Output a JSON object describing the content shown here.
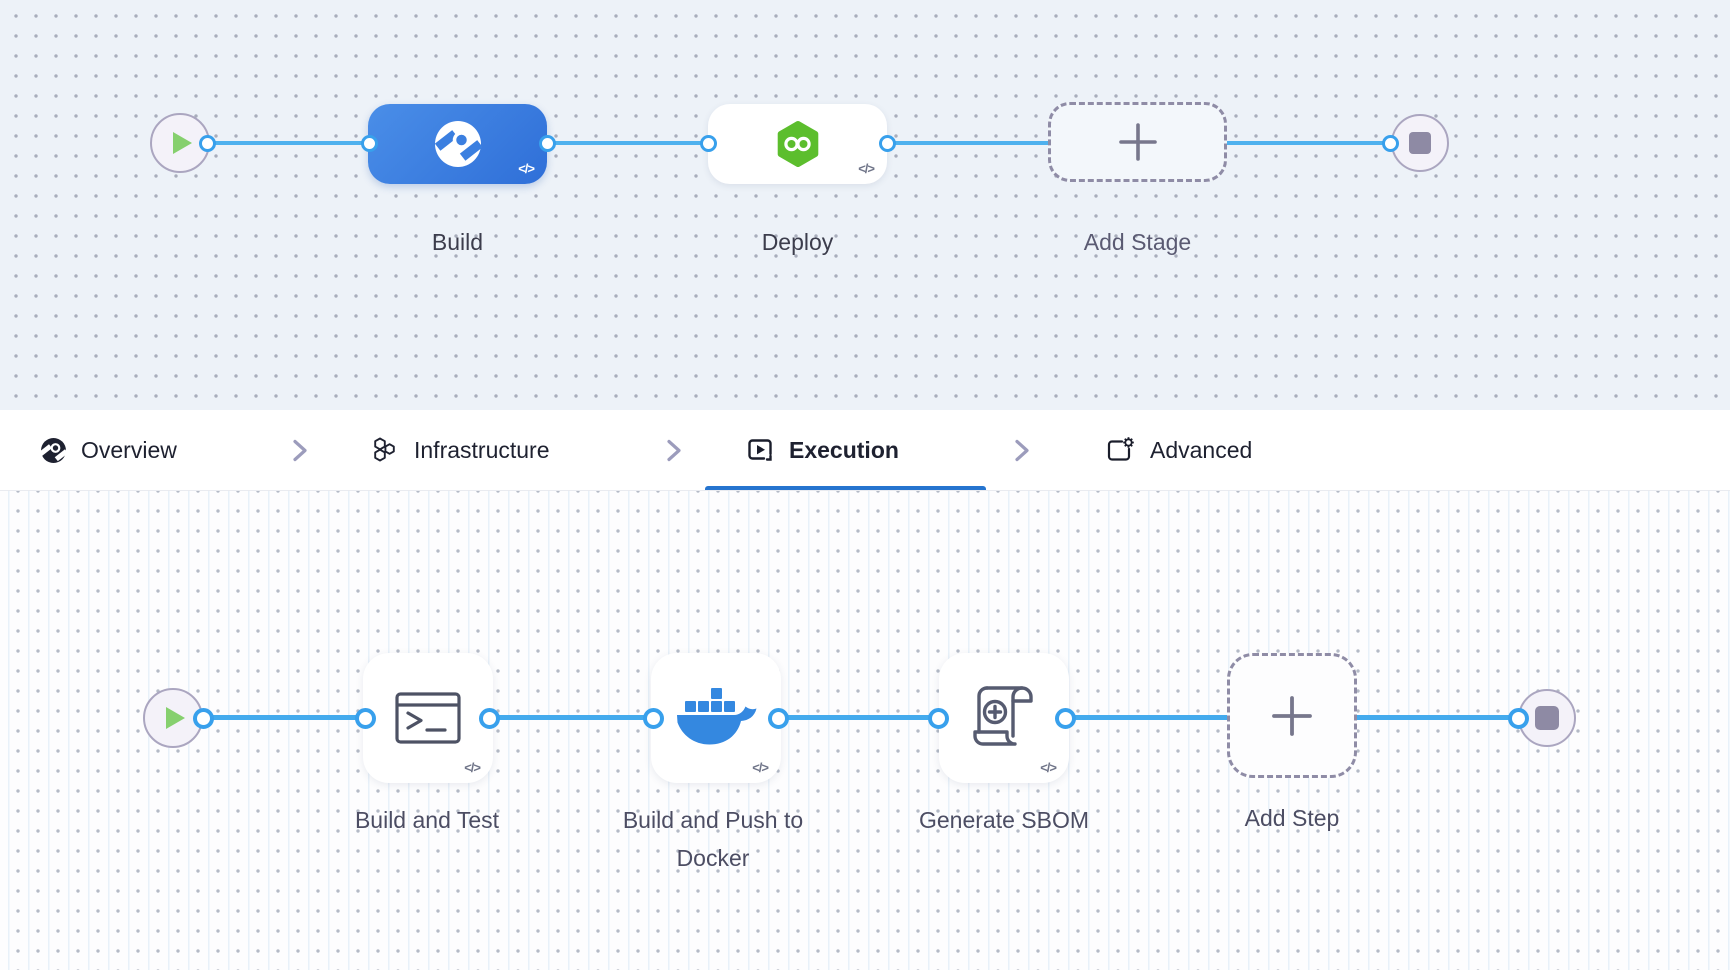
{
  "stage_graph": {
    "stages": [
      {
        "label": "Build",
        "icon": "harness-ci-icon"
      },
      {
        "label": "Deploy",
        "icon": "harness-cd-icon"
      },
      {
        "label": "Add Stage",
        "icon": "plus-icon"
      }
    ]
  },
  "tabs": {
    "items": [
      {
        "label": "Overview",
        "icon": "overview-icon",
        "active": false
      },
      {
        "label": "Infrastructure",
        "icon": "infrastructure-icon",
        "active": false
      },
      {
        "label": "Execution",
        "icon": "execution-icon",
        "active": true
      },
      {
        "label": "Advanced",
        "icon": "advanced-icon",
        "active": false
      }
    ]
  },
  "execution_graph": {
    "steps": [
      {
        "label": "Build and Test",
        "icon": "terminal-icon"
      },
      {
        "label": "Build and Push to Docker",
        "icon": "docker-icon"
      },
      {
        "label": "Generate SBOM",
        "icon": "scroll-plus-icon"
      },
      {
        "label": "Add Step",
        "icon": "plus-icon"
      }
    ]
  },
  "icons": {
    "code_badge": "</>",
    "infinity": "∞"
  },
  "colors": {
    "accent_blue": "#2574cf",
    "edge_blue": "#43aaed",
    "stage_blue": "#3b7fe0",
    "harness_green": "#5cbe2d",
    "play_green": "#86d06e",
    "docker_blue": "#3488e0",
    "canvas_top_bg": "#edf2f8",
    "canvas_bottom_bg": "#fdfdfe"
  }
}
